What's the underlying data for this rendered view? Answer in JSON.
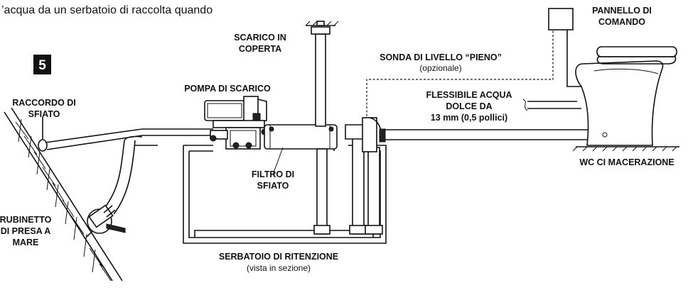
{
  "intro_text": "’acqua da un serbatoio di raccolta quando",
  "step_number": "5",
  "labels": {
    "scarico_line1": "SCARICO IN",
    "scarico_line2": "COPERTA",
    "pannello_line1": "PANNELLO DI",
    "pannello_line2": "COMANDO",
    "sonda_line1": "SONDA DI LIVELLO “PIENO”",
    "sonda_line2": "(opzionale)",
    "pompa": "POMPA DI SCARICO",
    "raccordo_line1": "RACCORDO DI",
    "raccordo_line2": "SFIATO",
    "flessibile_line1": "FLESSIBILE ACQUA",
    "flessibile_line2": "DOLCE DA",
    "flessibile_line3": "13 mm (0,5 pollici)",
    "filtro_line1": "FILTRO DI",
    "filtro_line2": "SFIATO",
    "wc": "WC CI MACERAZIONE",
    "rubinetto_line1": "RUBINETTO",
    "rubinetto_line2": "DI PRESA A",
    "rubinetto_line3": "MARE",
    "serbatoio_line1": "SERBATOIO DI RITENZIONE",
    "serbatoio_line2": "(vista in sezione)"
  }
}
